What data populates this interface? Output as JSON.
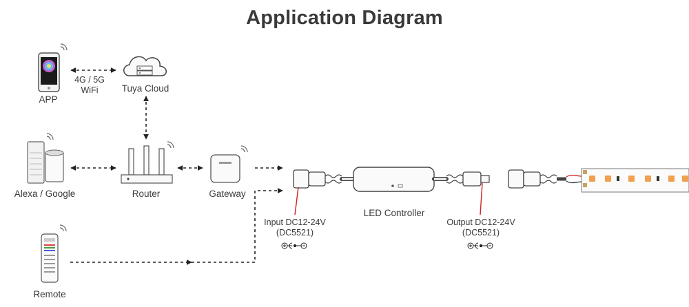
{
  "title": "Application Diagram",
  "nodes": {
    "app": "APP",
    "cloud": "Tuya Cloud",
    "speaker": "Alexa / Google",
    "router": "Router",
    "gateway": "Gateway",
    "remote": "Remote",
    "controller": "LED Controller"
  },
  "links": {
    "app_cloud_line1": "4G / 5G",
    "app_cloud_line2": "WiFi"
  },
  "ports": {
    "input_line1": "Input DC12-24V",
    "input_line2": "(DC5521)",
    "output_line1": "Output DC12-24V",
    "output_line2": "(DC5521)"
  },
  "colors": {
    "text": "#3a3a3a",
    "line": "#222222",
    "pointer": "#cc2222",
    "led": "#f0a050"
  }
}
